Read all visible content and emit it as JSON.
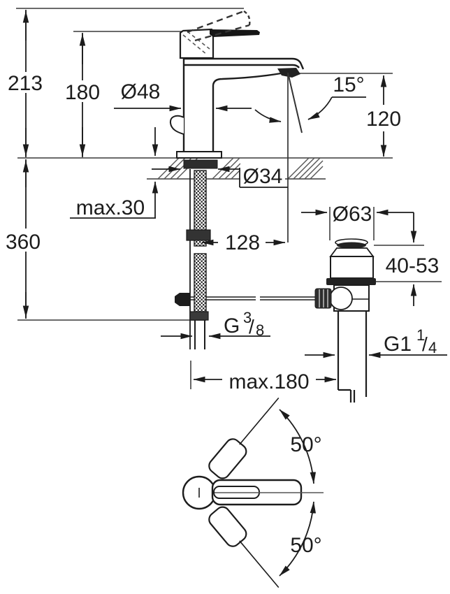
{
  "page": {
    "background": "#ffffff",
    "description": "Technical installation drawing of a single-lever basin mixer tap with pop-up waste, side view with dimensions and top view with handle swing angles",
    "unit": "mm"
  },
  "drawing": {
    "labels": {
      "total_height": "213",
      "height_to_spout_deck": "180",
      "body_diameter": "Ø48",
      "spout_angle": "15°",
      "spout_height": "120",
      "hole_diameter": "Ø34",
      "max_deck_thickness": "max.30",
      "overall_depth": "360",
      "projection": "128",
      "waste_flange_diameter": "Ø63",
      "plug_range": "40-53",
      "max_waste_distance": "max.180",
      "swing_up": "50°",
      "swing_down": "50°",
      "supply_thread": {
        "base": "G",
        "sup": "3",
        "slash": "/",
        "sub": "8"
      },
      "waste_thread": {
        "base": "G1",
        "sup": "1",
        "slash": "/",
        "sub": "4"
      }
    },
    "colors": {
      "outline": "#1c1c1c",
      "dimension": "#1c1c1c",
      "reference": "#555555",
      "dark_fill": "#222222",
      "background": "#ffffff"
    }
  }
}
